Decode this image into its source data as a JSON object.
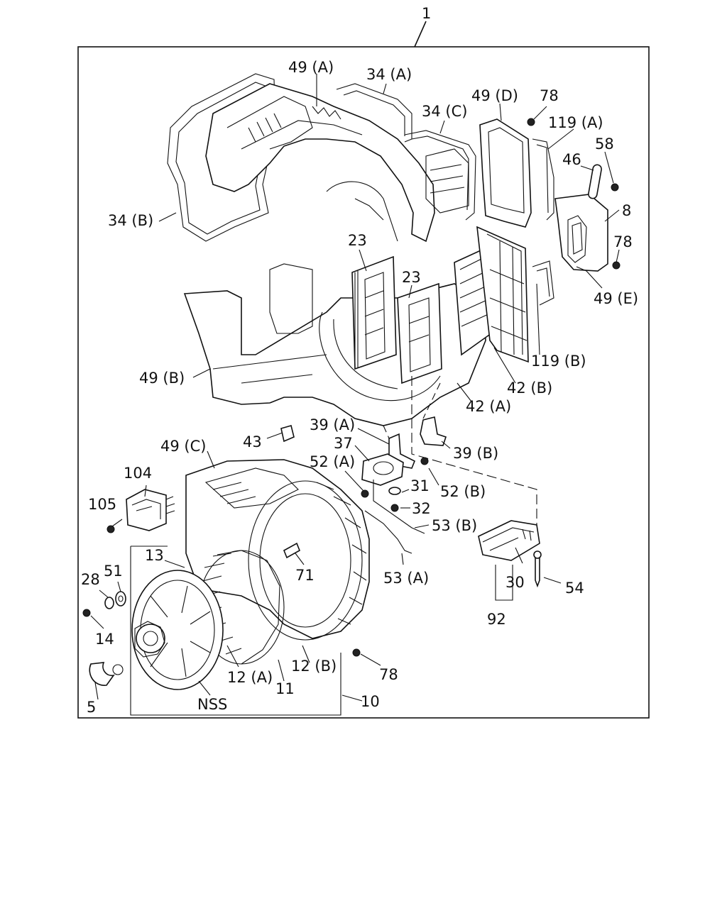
{
  "labels": {
    "l1": "1",
    "l49a": "49 (A)",
    "l34a": "34 (A)",
    "l49d": "49 (D)",
    "l78a": "78",
    "l34c": "34 (C)",
    "l119a": "119 (A)",
    "l58": "58",
    "l46": "46",
    "l8": "8",
    "l34b": "34 (B)",
    "l78b": "78",
    "l23a": "23",
    "l23b": "23",
    "l49e": "49 (E)",
    "l49b": "49 (B)",
    "l119b": "119 (B)",
    "l42b": "42 (B)",
    "l42a": "42 (A)",
    "l39a": "39 (A)",
    "l43": "43",
    "l49c": "49 (C)",
    "l37": "37",
    "l39b": "39 (B)",
    "l52a": "52 (A)",
    "l104": "104",
    "l52b": "52 (B)",
    "l31": "31",
    "l105": "105",
    "l32": "32",
    "l53b": "53 (B)",
    "l13": "13",
    "l71": "71",
    "l53a": "53 (A)",
    "l51": "51",
    "l28": "28",
    "l30": "30",
    "l54": "54",
    "l14": "14",
    "l92": "92",
    "l12a": "12 (A)",
    "l12b": "12 (B)",
    "l78c": "78",
    "l11": "11",
    "l5": "5",
    "lnss": "NSS",
    "l10": "10"
  }
}
